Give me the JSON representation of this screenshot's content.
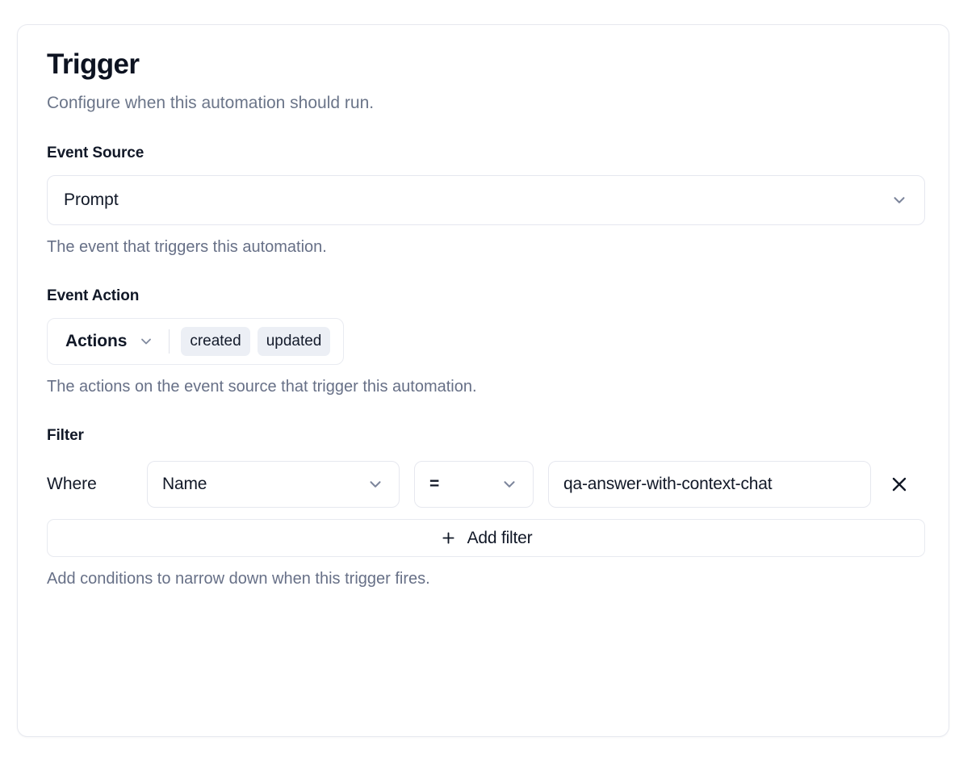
{
  "card": {
    "title": "Trigger",
    "subtitle": "Configure when this automation should run."
  },
  "event_source": {
    "label": "Event Source",
    "value": "Prompt",
    "help": "The event that triggers this automation.",
    "chevron_icon": "chevron-down-icon"
  },
  "event_action": {
    "label": "Event Action",
    "trigger_label": "Actions",
    "chevron_icon": "chevron-down-icon",
    "chips": [
      "created",
      "updated"
    ],
    "help": "The actions on the event source that trigger this automation."
  },
  "filter": {
    "label": "Filter",
    "where_label": "Where",
    "rows": [
      {
        "field": "Name",
        "operator": "=",
        "value": "qa-answer-with-context-chat",
        "remove_icon": "close-icon"
      }
    ],
    "add_button": {
      "icon": "plus-icon",
      "label": "Add filter"
    },
    "help": "Add conditions to narrow down when this trigger fires."
  },
  "colors": {
    "text_primary": "#111827",
    "text_muted": "#677087",
    "border": "#e6e8ef",
    "chip_bg": "#eceff5",
    "icon_muted": "#7c859b"
  }
}
